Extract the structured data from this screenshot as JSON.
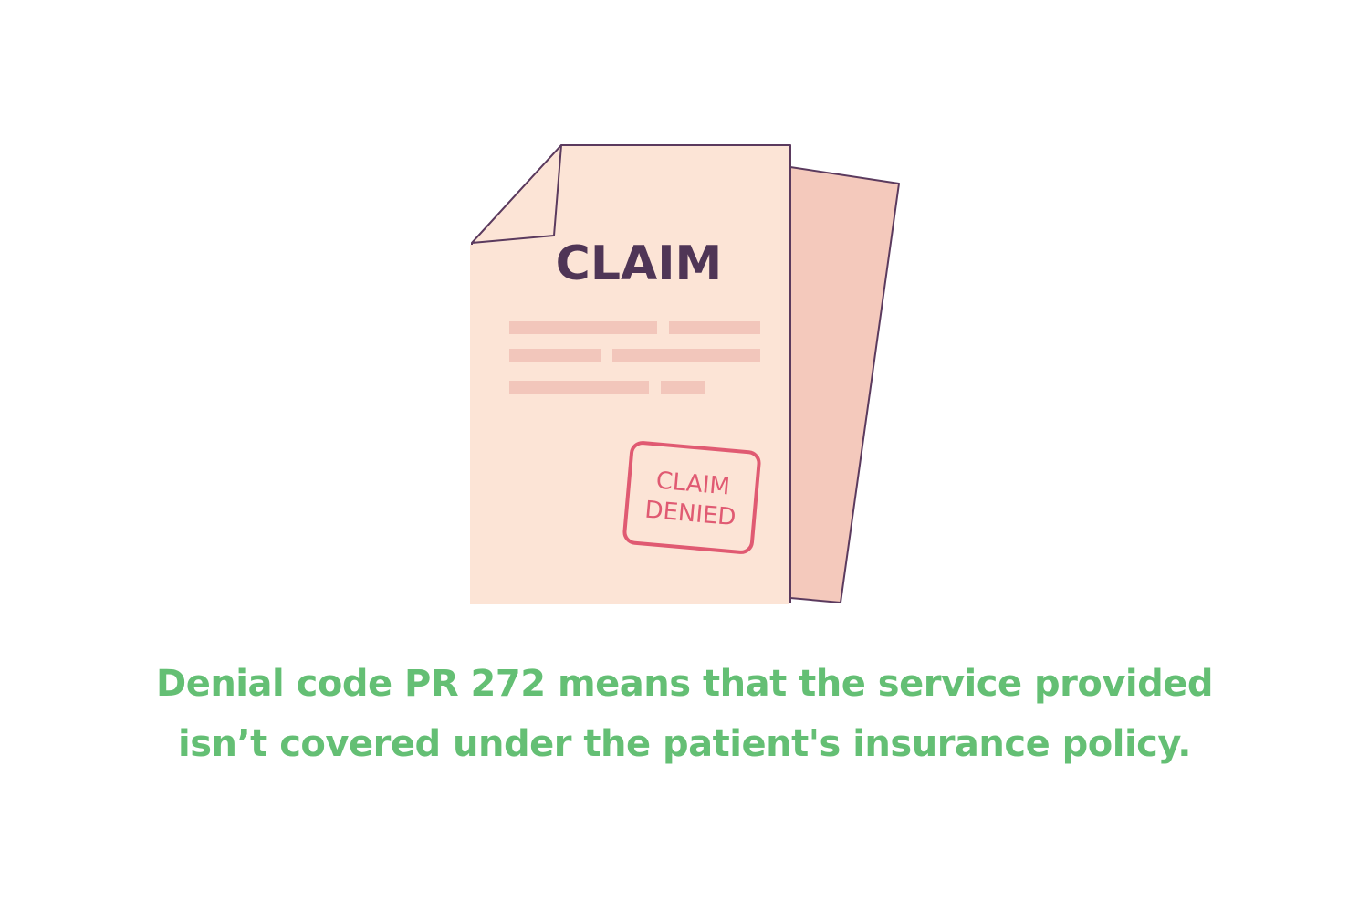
{
  "document": {
    "heading": "CLAIM",
    "stamp_line1": "CLAIM",
    "stamp_line2": "DENIED"
  },
  "caption": {
    "line1": "Denial code PR 272 means that the service provided",
    "line2": "isn’t covered under the patient's insurance policy."
  },
  "colors": {
    "background": "#ffffff",
    "paper_front": "#fce4d6",
    "paper_back": "#f4c9bc",
    "outline": "#5b3a5e",
    "text_lines": "#f2c6bb",
    "heading": "#4f3556",
    "stamp": "#e05a72",
    "caption": "#64bf74"
  }
}
